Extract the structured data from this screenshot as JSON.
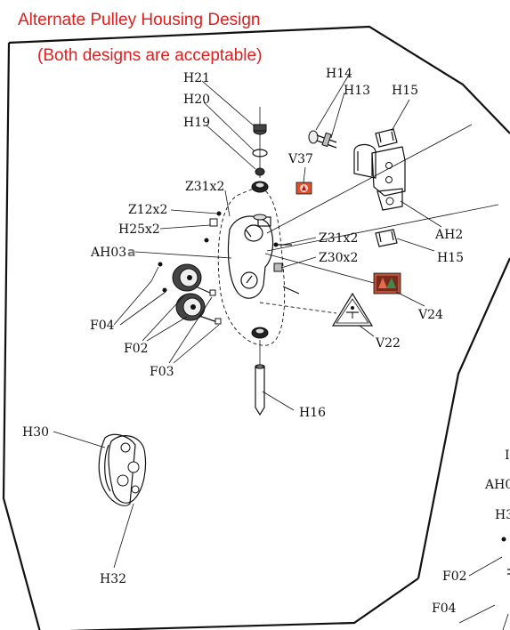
{
  "title": {
    "line1": "Alternate Pulley Housing Design",
    "line2": "(Both designs are acceptable)",
    "color": "#e01e1e"
  },
  "labels": {
    "H21": "H21",
    "H20": "H20",
    "H19": "H19",
    "H14": "H14",
    "H13": "H13",
    "H15_top": "H15",
    "V37": "V37",
    "Z31x2_top": "Z31x2",
    "Z12x2": "Z12x2",
    "H25x2": "H25x2",
    "AH03": "AH03",
    "AH03_suffix": "a",
    "Z31x2_right": "Z31x2",
    "Z30x2": "Z30x2",
    "AH2": "AH2",
    "H15_bottom": "H15",
    "V24": "V24",
    "V22": "V22",
    "F04": "F04",
    "F02": "F02",
    "F03": "F03",
    "H16": "H16",
    "H30": "H30",
    "H32": "H32"
  },
  "clipped_labels": {
    "frag1": "I",
    "frag2": "AH0",
    "frag3": "H3",
    "F02": "F02",
    "F04": "F04"
  },
  "icons": {
    "v37": "warning-decal-icon",
    "v24": "pinch-warning-decal-icon",
    "v22": "caution-triangle-decal-icon"
  }
}
